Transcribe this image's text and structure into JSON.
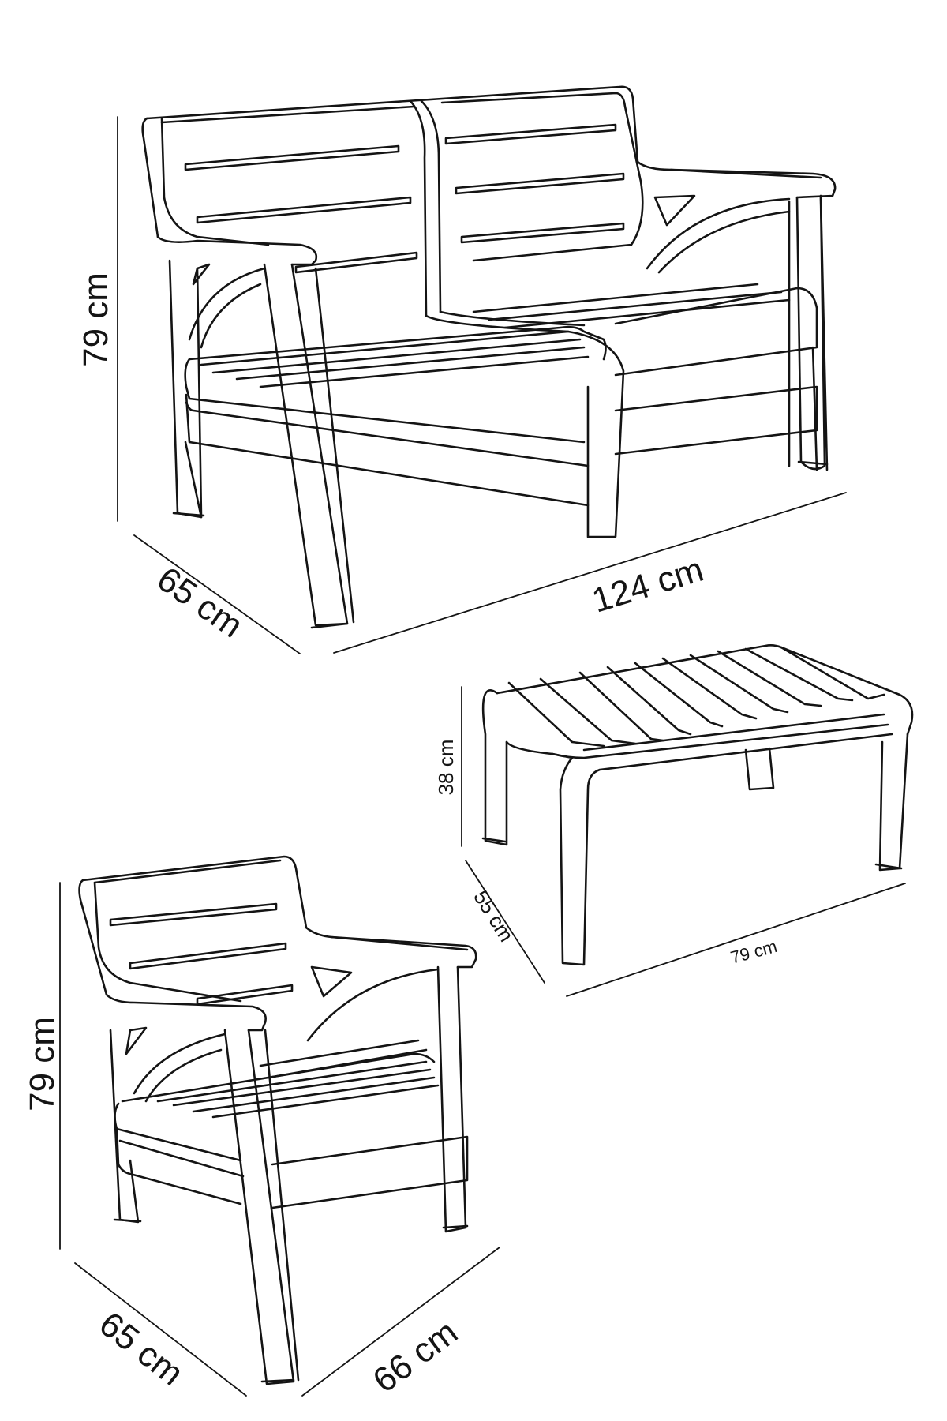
{
  "sofa": {
    "height": "79 cm",
    "depth": "65 cm",
    "width": "124 cm"
  },
  "table": {
    "height": "38 cm",
    "depth": "55 cm",
    "width": "79 cm"
  },
  "armchair": {
    "height": "79 cm",
    "depth": "65 cm",
    "width": "66 cm"
  }
}
